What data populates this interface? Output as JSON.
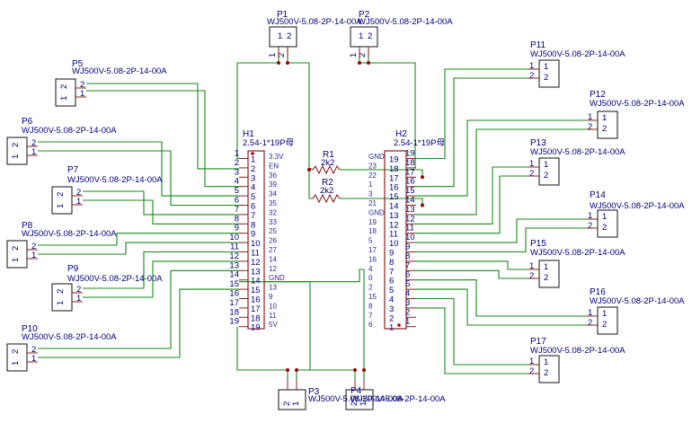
{
  "colors": {
    "wire": "#1a8a1a",
    "body": "#8a2020",
    "text": "#00007a",
    "pin": "#8a2020",
    "junction": "#a00000"
  },
  "connector_value": "WJ500V-5.08-2P-14-00A",
  "h1": {
    "ref": "H1",
    "value": "2.54-1*19P母",
    "pins": [
      "1",
      "2",
      "3",
      "4",
      "5",
      "6",
      "7",
      "8",
      "9",
      "10",
      "11",
      "12",
      "13",
      "14",
      "15",
      "16",
      "17",
      "18",
      "19"
    ],
    "nets": [
      "3.3V",
      "EN",
      "36",
      "39",
      "34",
      "35",
      "32",
      "33",
      "25",
      "26",
      "27",
      "14",
      "12",
      "GND",
      "13",
      "9",
      "10",
      "11",
      "5V"
    ]
  },
  "h2": {
    "ref": "H2",
    "value": "2.54-1*19P母",
    "pins": [
      "19",
      "18",
      "17",
      "16",
      "15",
      "14",
      "13",
      "12",
      "11",
      "10",
      "9",
      "8",
      "7",
      "6",
      "5",
      "4",
      "3",
      "2",
      "1"
    ],
    "nets": [
      "GND",
      "23",
      "22",
      "1",
      "3",
      "21",
      "GND",
      "19",
      "18",
      "5",
      "17",
      "16",
      "4",
      "0",
      "2",
      "15",
      "8",
      "7",
      "6"
    ]
  },
  "r1": {
    "ref": "R1",
    "value": "2k2"
  },
  "r2": {
    "ref": "R2",
    "value": "2k2"
  },
  "connectors": [
    {
      "ref": "P1"
    },
    {
      "ref": "P2"
    },
    {
      "ref": "P3"
    },
    {
      "ref": "P4"
    },
    {
      "ref": "P5"
    },
    {
      "ref": "P6"
    },
    {
      "ref": "P7"
    },
    {
      "ref": "P8"
    },
    {
      "ref": "P9"
    },
    {
      "ref": "P10"
    },
    {
      "ref": "P11"
    },
    {
      "ref": "P12"
    },
    {
      "ref": "P13"
    },
    {
      "ref": "P14"
    },
    {
      "ref": "P15"
    },
    {
      "ref": "P16"
    },
    {
      "ref": "P17"
    }
  ],
  "pin_labels": {
    "one": "1",
    "two": "2"
  }
}
